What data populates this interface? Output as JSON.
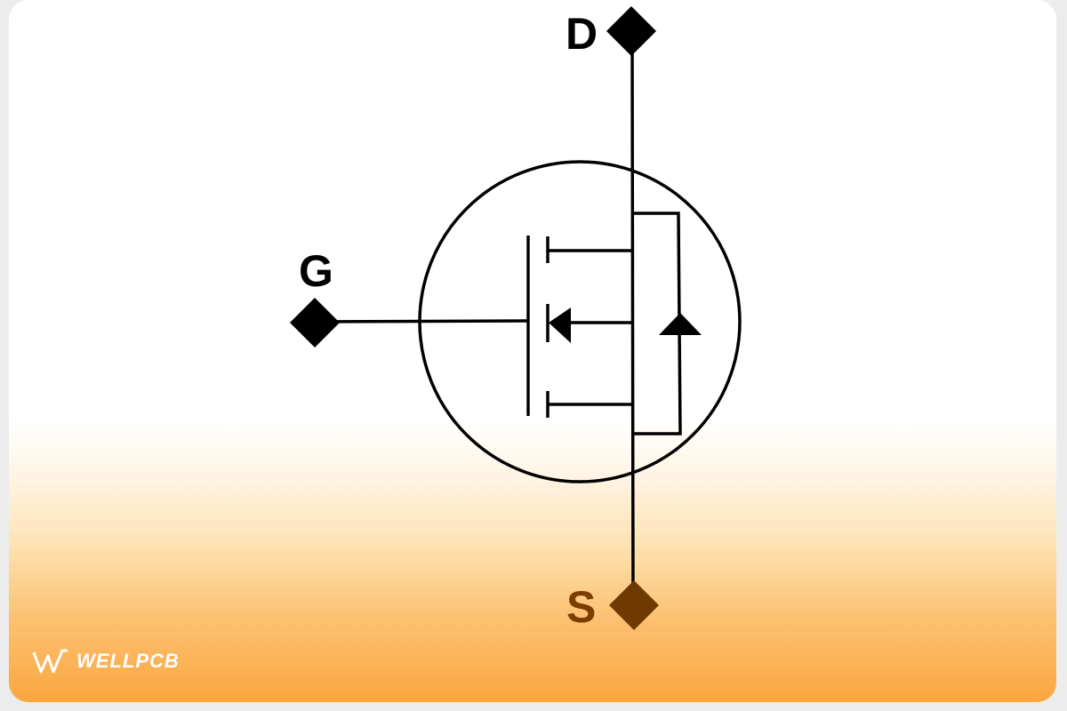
{
  "diagram": {
    "terminals": {
      "drain": "D",
      "gate": "G",
      "source": "S"
    },
    "stroke_color": "#000000",
    "source_label_color": "#7a3f00"
  },
  "logo": {
    "text": "WELLPCB"
  }
}
